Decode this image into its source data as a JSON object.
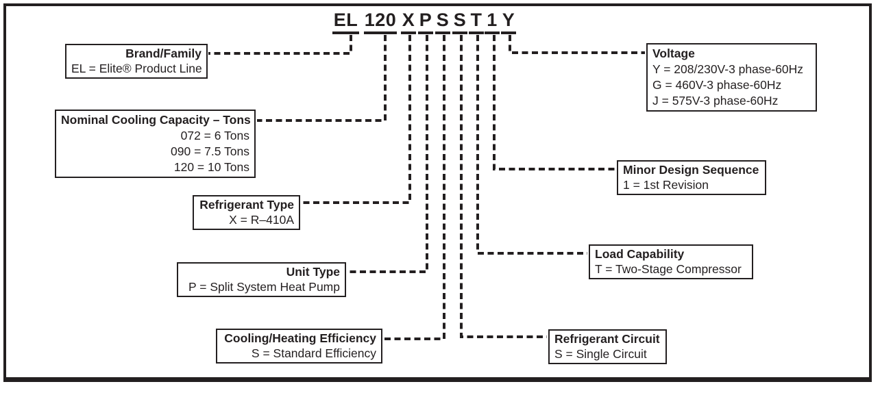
{
  "model_code": {
    "segments": [
      "EL",
      "120",
      "X",
      "P",
      "S",
      "S",
      "T",
      "1",
      "Y"
    ]
  },
  "callouts": {
    "brand_family": {
      "title": "Brand/Family",
      "lines": [
        "EL = Elite® Product Line"
      ]
    },
    "cooling_capacity": {
      "title": "Nominal Cooling Capacity – Tons",
      "lines": [
        "072 = 6 Tons",
        "090 = 7.5 Tons",
        "120 = 10 Tons"
      ]
    },
    "refrigerant_type": {
      "title": "Refrigerant Type",
      "lines": [
        "X = R–410A"
      ]
    },
    "unit_type": {
      "title": "Unit Type",
      "lines": [
        "P = Split System Heat Pump"
      ]
    },
    "cooling_heating_efficiency": {
      "title": "Cooling/Heating Efficiency",
      "lines": [
        "S = Standard Efficiency"
      ]
    },
    "voltage": {
      "title": "Voltage",
      "lines": [
        "Y = 208/230V-3 phase-60Hz",
        "G = 460V-3 phase-60Hz",
        "J = 575V-3 phase-60Hz"
      ]
    },
    "minor_design_sequence": {
      "title": "Minor Design Sequence",
      "lines": [
        "1 = 1st Revision"
      ]
    },
    "load_capability": {
      "title": "Load Capability",
      "lines": [
        "T = Two-Stage Compressor"
      ]
    },
    "refrigerant_circuit": {
      "title": "Refrigerant Circuit",
      "lines": [
        "S = Single Circuit"
      ]
    }
  },
  "colors": {
    "ink": "#231f20",
    "background": "#ffffff"
  }
}
